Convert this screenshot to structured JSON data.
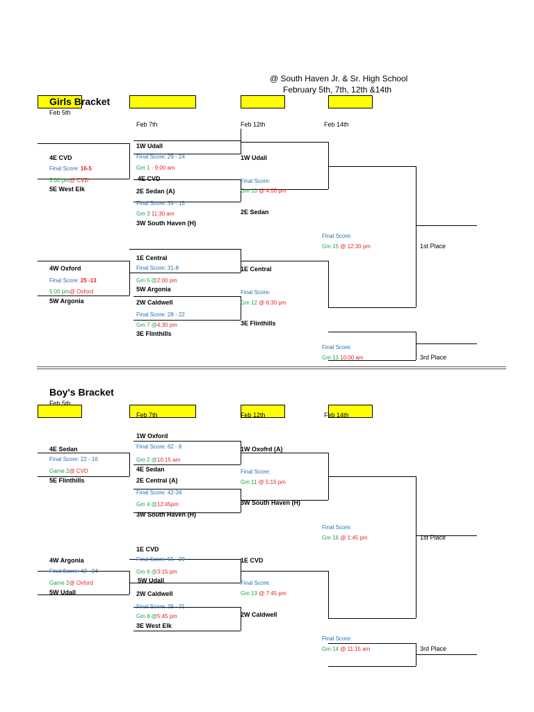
{
  "header": {
    "venue": "@ South Haven Jr. & Sr. High School",
    "dates": "February 5th, 7th, 12th &14th"
  },
  "girls": {
    "title": "Girls Bracket",
    "round_dates": [
      "Feb 5th",
      "Feb 7th",
      "Feb 12th",
      "Feb 14th"
    ],
    "teams": {
      "4e_cvd": "4E CVD",
      "5e_west_elk": "5E West Elk",
      "1w_udall": "1W Udall",
      "4e_cvd_r2": "4E CVD",
      "2e_sedan": "2E Sedan (A)",
      "3w_south_haven": "3W South Haven (H)",
      "1w_udall_r3": "1W Udall",
      "2e_sedan_r3": "2E Sedan",
      "4w_oxford": "4W Oxford",
      "5w_argonia": "5W Argonia",
      "1e_central": "1E Central",
      "5w_argonia_r2": "5W Argonia",
      "2w_caldwell": "2W Caldwell",
      "3e_flinthills": "3E Flinthills",
      "1e_central_r3": "1E Central",
      "3e_flinthills_r3": "3E Flinthills"
    },
    "games": {
      "g_a": {
        "score_label": "Final Score: ",
        "score": "16-5",
        "time": "5:00 pm",
        "site": "@ CVD"
      },
      "g1": {
        "score": "Final Score: 29 - 24",
        "label": "Gm 1",
        "time": " - 9:00 am"
      },
      "g3": {
        "score": "Final Score: 39 - 15",
        "label": "Gm 3",
        "time": " 11:30 am"
      },
      "g10": {
        "score": "Final Score:",
        "label": "Gm 10",
        "time": " @ 4:00 pm"
      },
      "g_b": {
        "score_label": "Final Score: ",
        "score": "25 -13",
        "time": "5:00 pm",
        "site": "@ Oxford"
      },
      "g5": {
        "score": "Final Score: 31-8",
        "label": "Gm 5 @",
        "time": "2:00 pm"
      },
      "g7": {
        "score": "Final Score: 28 - 22",
        "label": "Gm 7 @",
        "time": "4:30 pm"
      },
      "g12": {
        "score": "Final Score:",
        "label": "Gm 12",
        "time": " @ 6:30 pm"
      },
      "g15": {
        "score": "Final Score:",
        "label": "Gm 15",
        "time": " @ 12:30 pm"
      },
      "g13": {
        "score": "Final Score:",
        "label": "Gm 13",
        "time": " 10:00 am"
      }
    },
    "first_place": "1st Place",
    "third_place": "3rd Place"
  },
  "boys": {
    "title": "Boy's Bracket",
    "round_dates": [
      "Feb 5th",
      "Feb 7th",
      "Feb 12th",
      "Feb 14th"
    ],
    "teams": {
      "4e_sedan": "4E Sedan",
      "5e_flinthills": "5E Flinthills",
      "1w_oxford": "1W Oxford",
      "4e_sedan_r2": "4E Sedan",
      "2e_central": "2E Central (A)",
      "3w_south_haven": "3W South Haven (H)",
      "1w_oxford_r3": "1W Oxofrd (A)",
      "3w_south_haven_r3": "3W South Haven (H)",
      "4w_argonia": "4W Argonia",
      "5w_udall": "5W Udall",
      "1e_cvd": "1E CVD",
      "5w_udall_r2": "5W Udall",
      "2w_caldwell": "2W Caldwell",
      "3e_west_elk": "3E West Elk",
      "1e_cvd_r3": "1E CVD",
      "2w_caldwell_r3": "2W Caldwell"
    },
    "games": {
      "g_a": {
        "score": "Final Score: 22 - 16",
        "label": "Game 2",
        "site": "@ CVD"
      },
      "g2": {
        "score": "Final Score: 62 - 8",
        "label": "Gm 2 @",
        "time": "10:15 am"
      },
      "g4": {
        "score": "Final Score: 42-34",
        "label": "Gm 4 @",
        "time": "12:45pm"
      },
      "g11": {
        "score": "Final Score:",
        "label": "Gm 11",
        "time": " @ 5:15 pm"
      },
      "g_b": {
        "score": "Final Score: 42 - 24",
        "label": "Game 2",
        "site": "@ Oxford"
      },
      "g6": {
        "score": "Final Score: 55 - 29",
        "label": "Gm 6 @",
        "time": "3:15 pm"
      },
      "g8": {
        "score": "Final Score: 39 - 31",
        "label": "Gm 8 @",
        "time": "5:45 pm"
      },
      "g13": {
        "score": "Final Score:",
        "label": "Gm 13",
        "time": " @ 7:45 pm"
      },
      "g16": {
        "score": "Final Score:",
        "label": "Gm 16",
        "time": " @ 1:45 pm"
      },
      "g14": {
        "score": "Final Score:",
        "label": "Gm 14",
        "time": " @ 11:15 am"
      }
    },
    "first_place": "1st Place",
    "third_place": "3rd Place"
  },
  "colors": {
    "highlight": "#ffff00",
    "score_blue": "#1f6fb5",
    "game_green": "#1aa14a",
    "time_red": "#e8201a"
  }
}
